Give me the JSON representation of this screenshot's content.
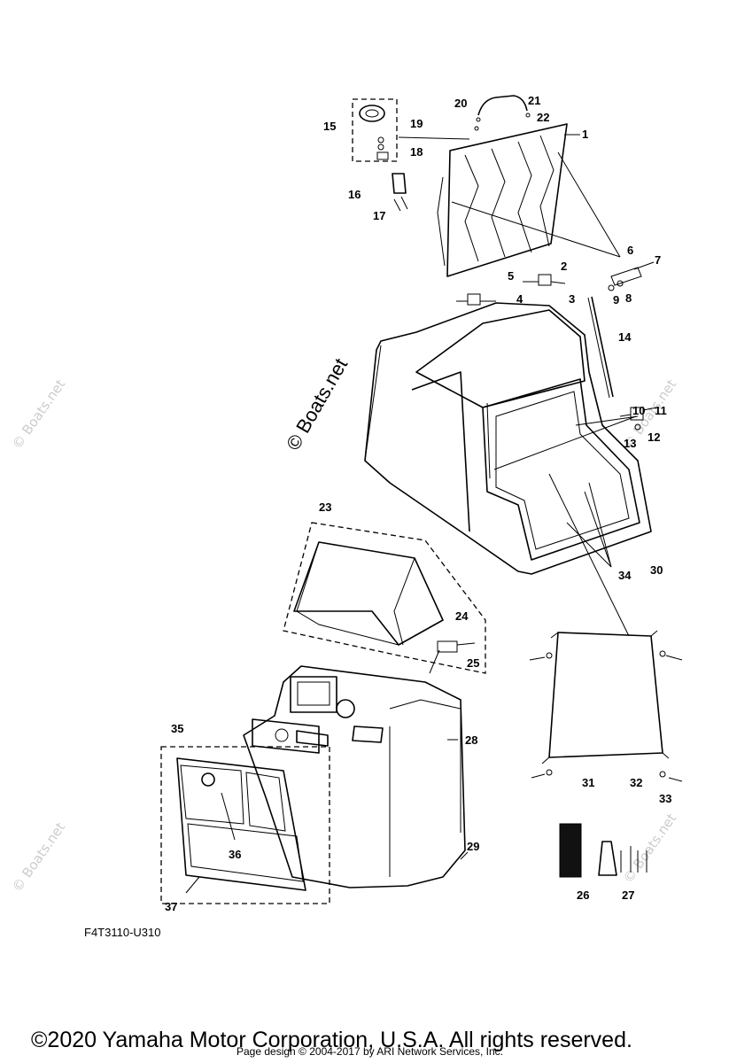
{
  "diagram": {
    "callouts": [
      "1",
      "2",
      "3",
      "4",
      "5",
      "6",
      "7",
      "8",
      "9",
      "10",
      "11",
      "12",
      "13",
      "14",
      "15",
      "16",
      "17",
      "18",
      "19",
      "20",
      "21",
      "22",
      "23",
      "24",
      "25",
      "26",
      "27",
      "28",
      "29",
      "30",
      "31",
      "32",
      "33",
      "34",
      "35",
      "36",
      "37"
    ],
    "figure_code": "F4T3110-U310"
  },
  "watermarks": {
    "center": "© Boats.net",
    "faint": "© Boats.net"
  },
  "footer": {
    "copyright": "©2020 Yamaha Motor Corporation, U.S.A. All rights reserved.",
    "page_design": "Page design © 2004-2017 by ARI Network Services, Inc."
  }
}
